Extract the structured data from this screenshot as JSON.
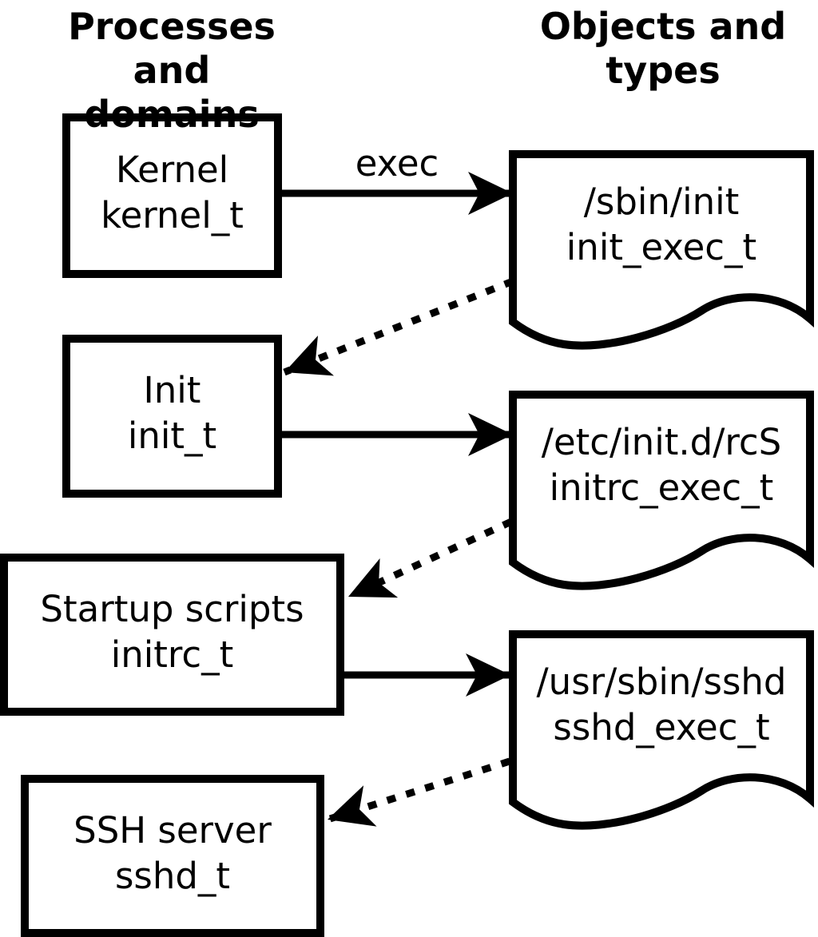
{
  "headers": {
    "left": "Processes and domains",
    "right": "Objects and types"
  },
  "processes": [
    {
      "name": "Kernel",
      "type": "kernel_t"
    },
    {
      "name": "Init",
      "type": "init_t"
    },
    {
      "name": "Startup scripts",
      "type": "initrc_t"
    },
    {
      "name": "SSH server",
      "type": "sshd_t"
    }
  ],
  "objects": [
    {
      "path": "/sbin/init",
      "type": "init_exec_t"
    },
    {
      "path": "/etc/init.d/rcS",
      "type": "initrc_exec_t"
    },
    {
      "path": "/usr/sbin/sshd",
      "type": "sshd_exec_t"
    }
  ],
  "edges": [
    {
      "from": "Kernel",
      "to": "/sbin/init",
      "label": "exec",
      "style": "solid"
    },
    {
      "from": "/sbin/init",
      "to": "Init",
      "label": "",
      "style": "dotted"
    },
    {
      "from": "Init",
      "to": "/etc/init.d/rcS",
      "label": "",
      "style": "solid"
    },
    {
      "from": "/etc/init.d/rcS",
      "to": "Startup scripts",
      "label": "",
      "style": "dotted"
    },
    {
      "from": "Startup scripts",
      "to": "/usr/sbin/sshd",
      "label": "",
      "style": "solid"
    },
    {
      "from": "/usr/sbin/sshd",
      "to": "SSH server",
      "label": "",
      "style": "dotted"
    }
  ],
  "colors": {
    "foreground": "#000000",
    "background": "#ffffff"
  }
}
